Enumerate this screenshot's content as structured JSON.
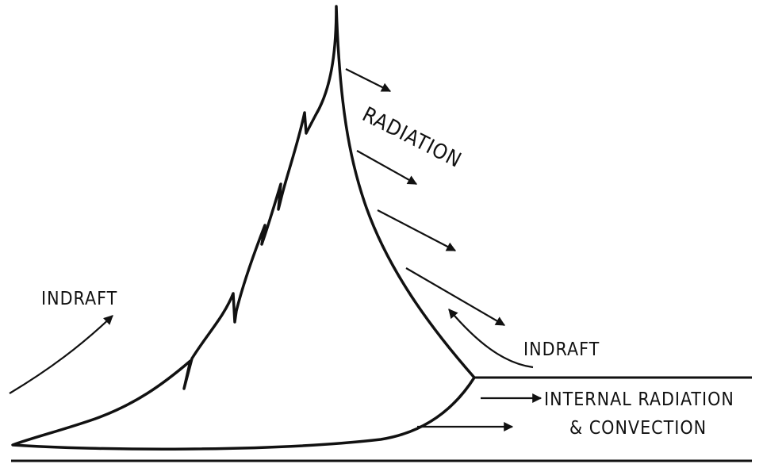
{
  "labels": {
    "radiation": "RADIATION",
    "indraft_left": "INDRAFT",
    "indraft_right": "INDRAFT",
    "internal_line1": "INTERNAL RADIATION",
    "internal_line2": "& CONVECTION"
  },
  "colors": {
    "ink": "#111111",
    "background": "#ffffff"
  }
}
